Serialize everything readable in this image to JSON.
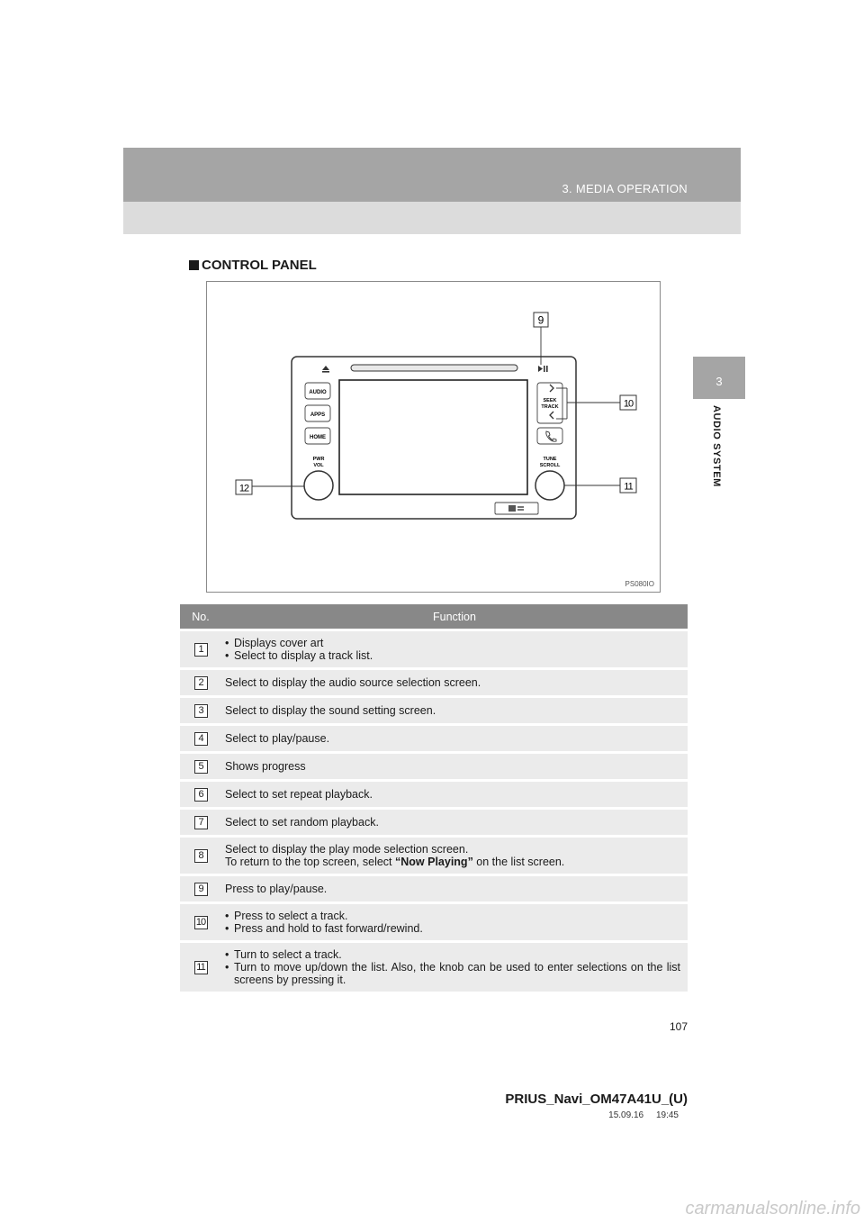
{
  "header": {
    "section_title": "3. MEDIA OPERATION"
  },
  "side_tab": {
    "number": "3",
    "label": "AUDIO SYSTEM"
  },
  "section": {
    "marker": "■",
    "heading": "CONTROL PANEL"
  },
  "figure": {
    "code": "PS080IO",
    "callouts": {
      "c9": "9",
      "c10": "10",
      "c11": "11",
      "c12": "12"
    },
    "buttons": {
      "audio": "AUDIO",
      "apps": "APPS",
      "home": "HOME",
      "pwr": "PWR",
      "vol": "VOL",
      "seek": "SEEK",
      "track": "TRACK",
      "tune": "TUNE",
      "scroll": "SCROLL"
    },
    "icons": [
      "eject-icon",
      "play-pause-icon",
      "chevron-right-icon",
      "chevron-left-icon",
      "phone-icon",
      "sd-card-icon"
    ]
  },
  "table": {
    "headers": {
      "no": "No.",
      "function": "Function"
    },
    "rows": [
      {
        "no": "1",
        "lines": [
          "Displays cover art",
          "Select to display a track list."
        ]
      },
      {
        "no": "2",
        "text": "Select to display the audio source selection screen."
      },
      {
        "no": "3",
        "text": "Select to display the sound setting screen."
      },
      {
        "no": "4",
        "text": "Select to play/pause."
      },
      {
        "no": "5",
        "text": "Shows progress"
      },
      {
        "no": "6",
        "text": "Select to set repeat playback."
      },
      {
        "no": "7",
        "text": "Select to set random playback."
      },
      {
        "no": "8",
        "text": "Select to display the play mode selection screen.",
        "line2_pre": "To return to the top screen, select ",
        "line2_bold": "“Now Playing”",
        "line2_post": " on the list screen."
      },
      {
        "no": "9",
        "text": "Press to play/pause."
      },
      {
        "no": "10",
        "lines": [
          "Press to select a track.",
          "Press and hold to fast forward/rewind."
        ]
      },
      {
        "no": "11",
        "lines": [
          "Turn to select a track.",
          "Turn to move up/down the list. Also, the knob can be used to enter selections on the list screens by pressing it."
        ]
      }
    ]
  },
  "footer": {
    "page_number": "107",
    "doc_id": "PRIUS_Navi_OM47A41U_(U)",
    "date": "15.09.16     19:45",
    "watermark": "carmanualsonline.info"
  }
}
